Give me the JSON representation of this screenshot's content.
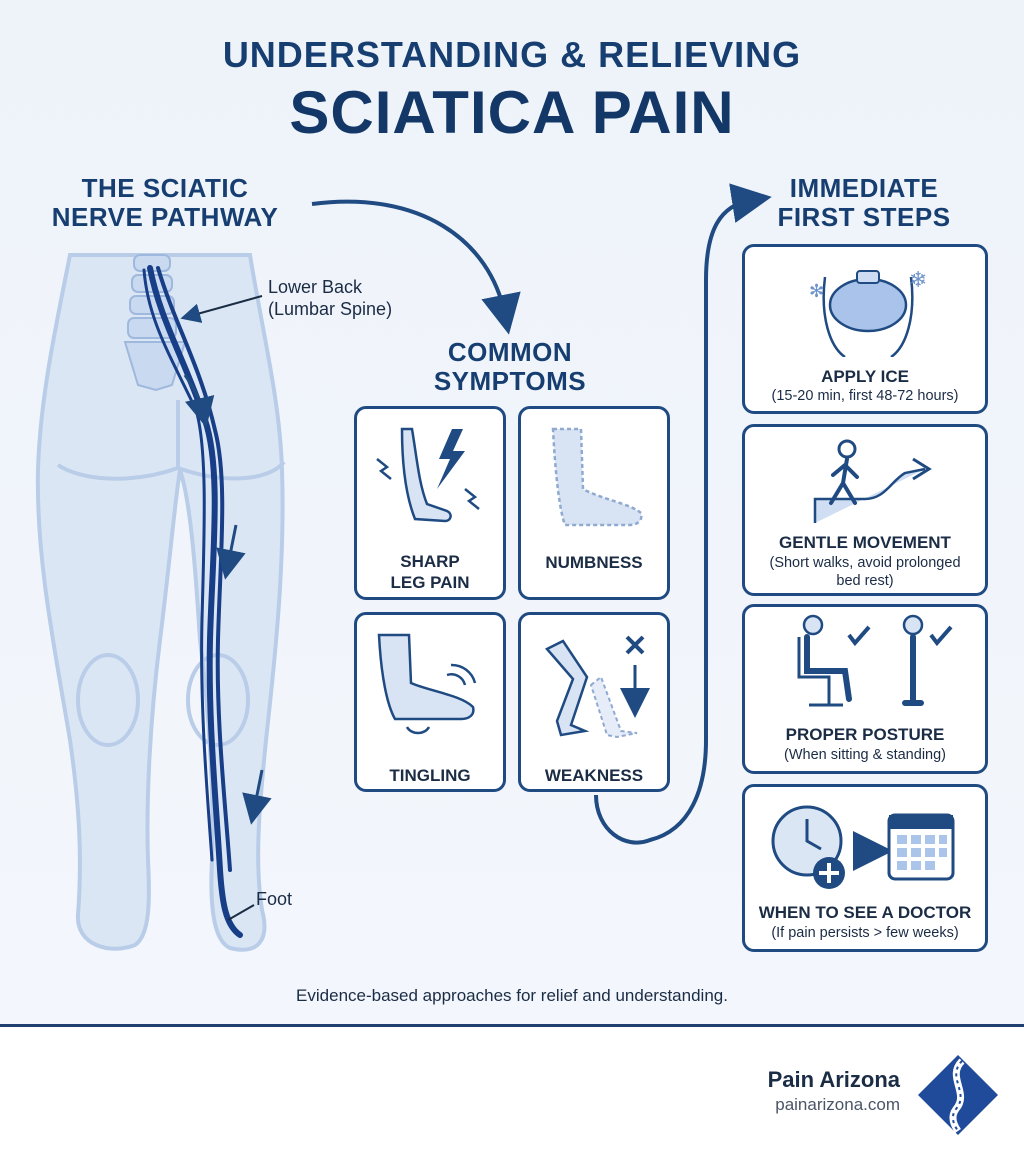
{
  "title": {
    "line1": "UNDERSTANDING & RELIEVING",
    "line2": "SCIATICA PAIN"
  },
  "pathway": {
    "heading_line1": "THE SCIATIC",
    "heading_line2": "NERVE PATHWAY",
    "label_back_line1": "Lower Back",
    "label_back_line2": "(Lumbar Spine)",
    "label_foot": "Foot"
  },
  "symptoms": {
    "heading_line1": "COMMON",
    "heading_line2": "SYMPTOMS",
    "items": [
      {
        "line1": "SHARP",
        "line2": "LEG PAIN",
        "icon": "sharp-pain-icon"
      },
      {
        "line1": "NUMBNESS",
        "icon": "numb-foot-icon"
      },
      {
        "line1": "TINGLING",
        "icon": "tingling-foot-icon"
      },
      {
        "line1": "WEAKNESS",
        "icon": "weak-leg-icon"
      }
    ]
  },
  "steps": {
    "heading_line1": "IMMEDIATE",
    "heading_line2": "FIRST STEPS",
    "items": [
      {
        "label": "APPLY ICE",
        "sub1": "(15-20 min, first 48-72 hours)",
        "icon": "ice-pack-icon"
      },
      {
        "label": "GENTLE MOVEMENT",
        "sub1": "(Short walks, avoid prolonged",
        "sub2": "bed rest)",
        "icon": "walking-person-icon"
      },
      {
        "label": "PROPER POSTURE",
        "sub1": "(When sitting & standing)",
        "icon": "posture-icon"
      },
      {
        "label": "WHEN TO SEE A DOCTOR",
        "sub1": "(If pain persists > few weeks)",
        "icon": "clock-calendar-icon"
      }
    ]
  },
  "tagline": "Evidence-based approaches for relief and understanding.",
  "footer": {
    "brand": "Pain Arizona",
    "url": "painarizona.com"
  },
  "colors": {
    "navy": "#1f4b82",
    "dark": "#133868",
    "light_blue": "#c9d9ef",
    "background": "#eef3fa"
  }
}
